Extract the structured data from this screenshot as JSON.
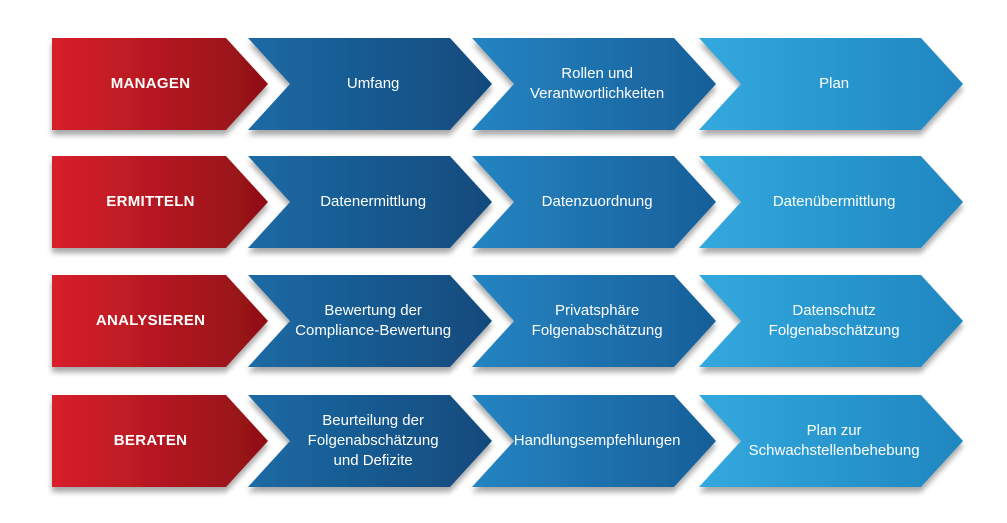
{
  "colors": {
    "phase_light": "#d8202c",
    "phase_dark": "#8f1016",
    "step1_light": "#1d6aa5",
    "step1_dark": "#114a7c",
    "step2_light": "#2584c2",
    "step2_dark": "#175f99",
    "step3_light": "#33a9de",
    "step3_dark": "#1f86c0",
    "text": "#ffffff"
  },
  "rows": [
    {
      "phase": "MANAGEN",
      "steps": [
        "Umfang",
        "Rollen und\nVerantwortlichkeiten",
        "Plan"
      ]
    },
    {
      "phase": "ERMITTELN",
      "steps": [
        "Datenermittlung",
        "Datenzuordnung",
        "Datenübermittlung"
      ]
    },
    {
      "phase": "ANALYSIEREN",
      "steps": [
        "Bewertung der\nCompliance-Bewertung",
        "Privatsphäre\nFolgenabschätzung",
        "Datenschutz\nFolgenabschätzung"
      ]
    },
    {
      "phase": "BERATEN",
      "steps": [
        "Beurteilung der\nFolgenabschätzung\nund Defizite",
        "Handlungsempfehlungen",
        "Plan zur\nSchwachstellenbehebung"
      ]
    }
  ]
}
